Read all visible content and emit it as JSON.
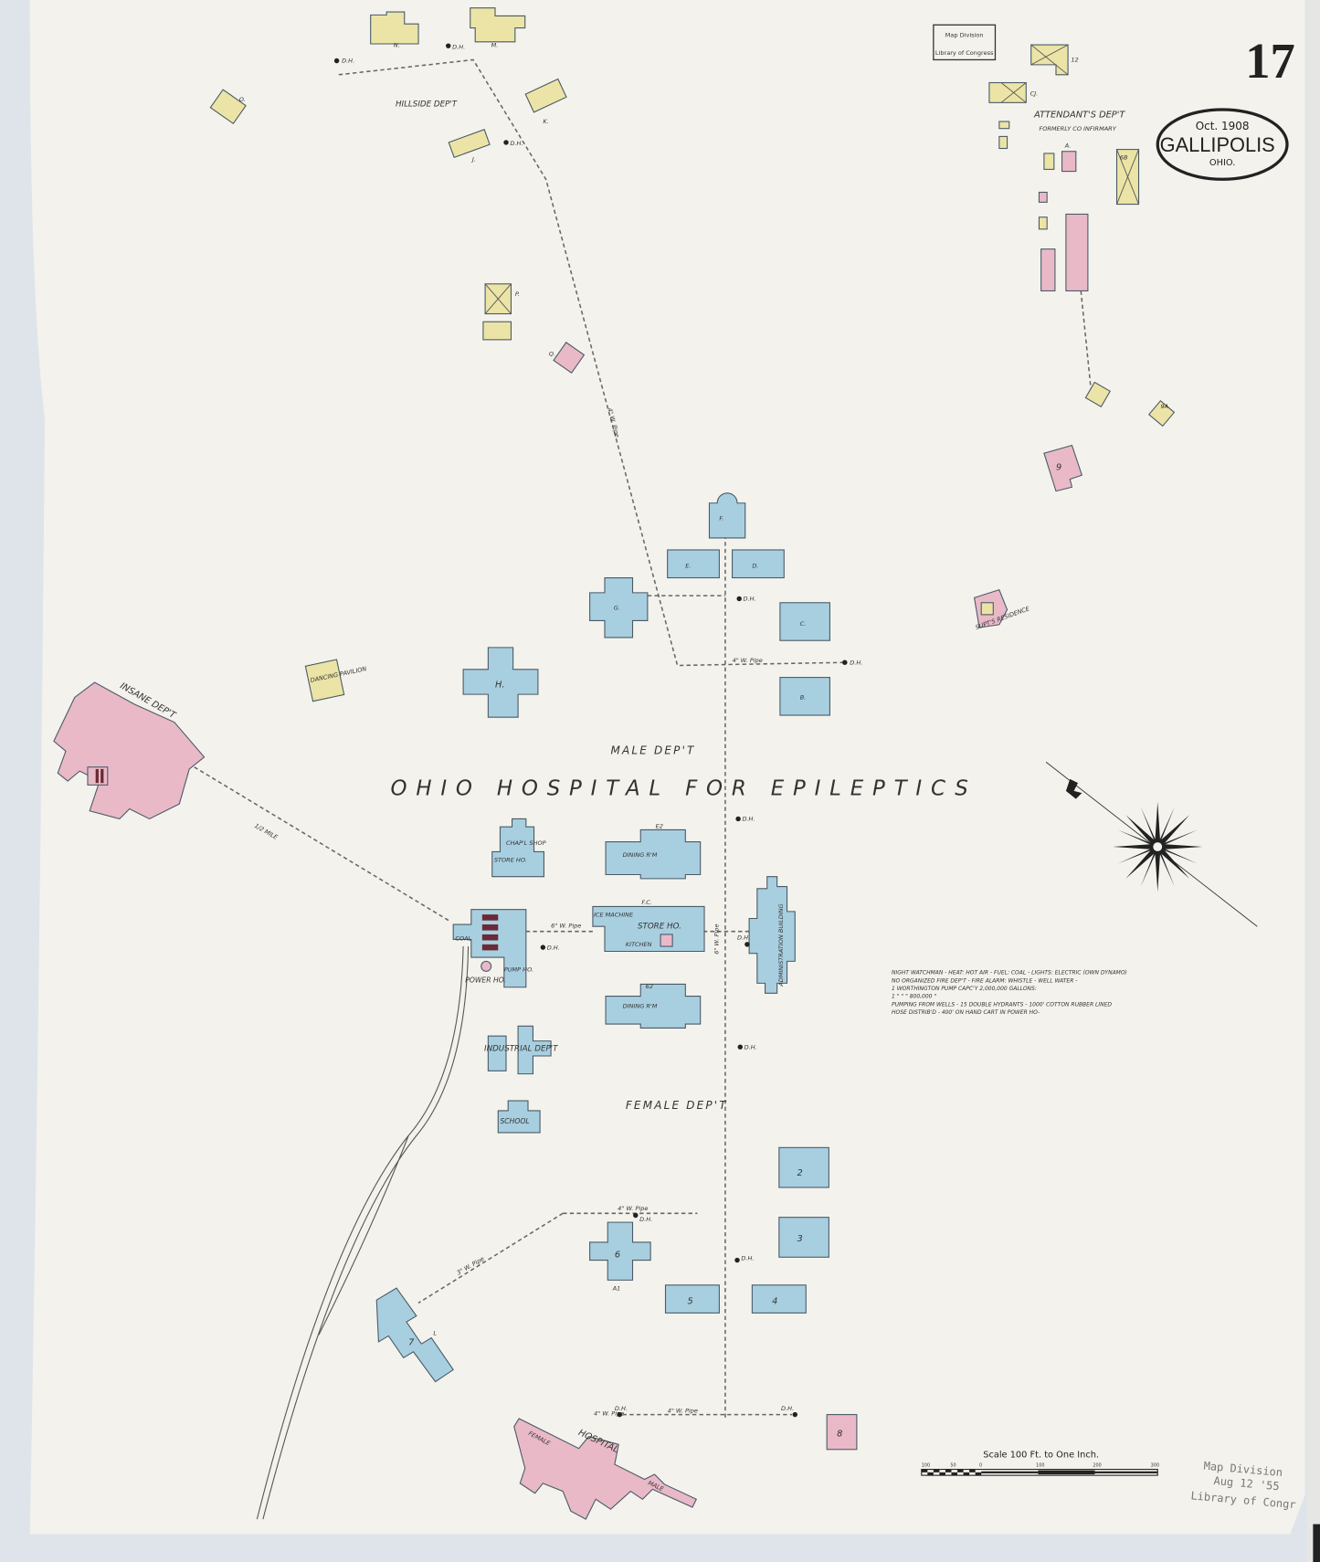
{
  "sheet": {
    "number": "17",
    "date": "Oct. 1908",
    "city": "GALLIPOLIS",
    "state": "OHIO.",
    "title": "OHIO HOSPITAL FOR EPILEPTICS"
  },
  "stamps": {
    "top_line1": "Map Division",
    "top_line2": "Library of Congress",
    "bottom_line1": "Map Division",
    "bottom_line2": "Aug 12 '55",
    "bottom_line3": "Library of Congr"
  },
  "departments": {
    "male": "MALE DEP'T",
    "female": "FEMALE DEP'T",
    "hillside": "HILLSIDE DEP'T",
    "attendants": "ATTENDANT'S DEP'T",
    "attendants_note": "FORMERLY CO INFIRMARY",
    "insane": "INSANE DEP'T",
    "hospital": "HOSPITAL",
    "industrial": "INDUSTRIAL DEP'T"
  },
  "buildings": {
    "admin": "ADMINISTRATION BUILDING",
    "store_ho": "STORE HO.",
    "kitchen": "KITCHEN",
    "ice_machine": "ICE MACHINE",
    "dining1": "DINING R'M",
    "dining2": "DINING R'M",
    "power_ho": "POWER HO.",
    "coal": "COAL",
    "pump_ho": "PUMP HO.",
    "chapel": "CHAP'L SHOP",
    "store_small": "STORE HO.",
    "school": "SCHOOL",
    "supt": "SUPT'S RESIDENCE",
    "dancing": "DANCING PAVILION",
    "female_wing": "FEMALE",
    "male_wing": "MALE",
    "letters": [
      "F.",
      "E.",
      "D.",
      "G.",
      "C.",
      "B.",
      "H.",
      "A.",
      "E2",
      "F.C.",
      "62",
      "2",
      "3",
      "4",
      "5",
      "6",
      "7",
      "8",
      "9",
      "N.",
      "M.",
      "O.",
      "K.",
      "J.",
      "P.",
      "Q.",
      "CJ.",
      "12",
      "6B",
      "9A",
      "A1",
      "L"
    ]
  },
  "pipes": {
    "p1": "4\" W. Pipe",
    "p2": "4\" W. Pipe",
    "p3": "6\" W. Pipe",
    "p4": "6\" W. Pipe",
    "p5": "4\" W. Pipe",
    "p6": "4\" W. Pipe",
    "p7": "3\" W. Pipe",
    "hydrant": "D.H.",
    "distance": "1/2 MILE"
  },
  "notes": [
    "NIGHT WATCHMAN - HEAT: HOT AIR - FUEL: COAL - LIGHTS: ELECTRIC (OWN DYNAMO)",
    "NO ORGANIZED FIRE DEP'T - FIRE ALARM: WHISTLE - WELL WATER -",
    "1 WORTHINGTON PUMP CAPC'Y 2,000,000 GALLONS:",
    "1    \"    \"    \"    800,000   \"",
    "PUMPING FROM WELLS - 15 DOUBLE HYDRANTS - 1000' COTTON RUBBER LINED",
    "HOSE DISTRIB'D - 400' ON HAND CART IN POWER HO-"
  ],
  "scale": {
    "label": "Scale 100 Ft. to One Inch.",
    "ticks": [
      "100",
      "50",
      "0",
      "100",
      "200",
      "300"
    ]
  },
  "colors": {
    "paper": "#f3f2ec",
    "fireproof_brick_blue": "#a8cfe0",
    "brick_pink": "#e9b9c8",
    "frame_yellow": "#ece4a6"
  },
  "icons": [
    "compass-rose-icon",
    "hydrant-dot-icon"
  ]
}
